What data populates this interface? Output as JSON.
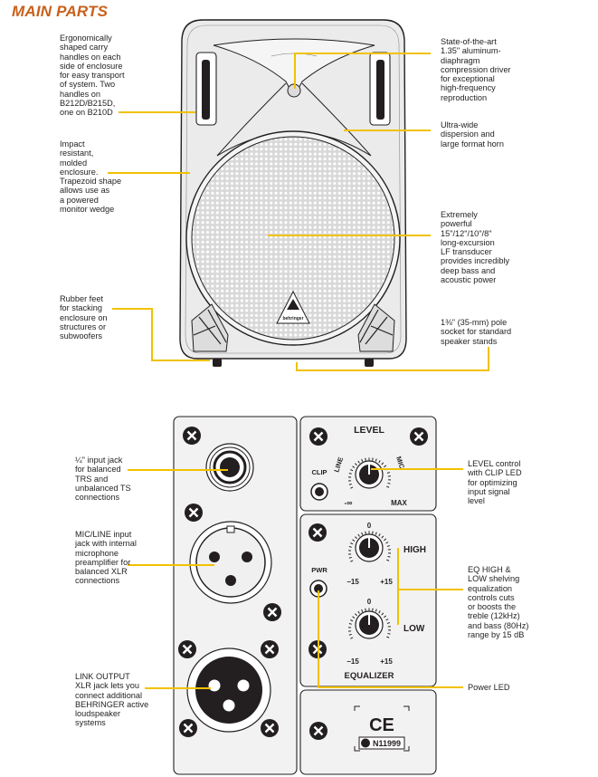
{
  "title": "MAIN PARTS",
  "colors": {
    "title": "#c8601b",
    "callout_line": "#f2c100",
    "panel_bg": "#f2f2f2",
    "outline": "#231f20"
  },
  "callouts": {
    "carry_handles": "Ergonomically\nshaped carry\nhandles on each\nside of enclosure\nfor easy transport\nof system. Two\nhandles on\nB212D/B215D,\none on B210D",
    "enclosure": "Impact\nresistant,\nmolded\nenclosure.\nTrapezoid shape\nallows use as\na powered\nmonitor wedge",
    "rubber_feet": "Rubber feet\nfor stacking\nenclosure on\nstructures or\nsubwoofers",
    "compression_driver": "State-of-the-art\n1.35\" aluminum-\ndiaphragm\ncompression driver\nfor exceptional\nhigh-frequency\nreproduction",
    "horn": "Ultra-wide\ndispersion and\nlarge format horn",
    "lf_transducer": "Extremely\npowerful\n15\"/12\"/10\"/8\"\nlong-excursion\nLF transducer\nprovides incredibly\ndeep bass and\nacoustic power",
    "pole_socket": "1⅜\" (35-mm) pole\nsocket for standard\nspeaker stands",
    "input_jack": "¼\" input jack\nfor balanced\nTRS and\nunbalanced TS\nconnections",
    "mic_line_input": "MIC/LINE input\njack with internal\nmicrophone\npreamplifier for\nbalanced XLR\nconnections",
    "link_output": "LINK OUTPUT\nXLR jack lets you\nconnect additional\nBEHRINGER active\nloudspeaker\nsystems",
    "level_control": "LEVEL control\nwith CLIP LED\nfor optimizing\ninput signal\nlevel",
    "eq": "EQ HIGH &\nLOW shelving\nequalization\ncontrols cuts\nor boosts the\ntreble (12kHz)\nand bass (80Hz)\nrange by 15 dB",
    "power_led": "Power LED"
  },
  "panel": {
    "level": "LEVEL",
    "line": "LINE",
    "mic": "MIC",
    "clip": "CLIP",
    "minus_inf": "-∞",
    "max": "MAX",
    "pwr": "PWR",
    "high": "HIGH",
    "low": "LOW",
    "zero": "0",
    "minus15": "−15",
    "plus15": "+15",
    "equalizer": "EQUALIZER",
    "ce": "CE",
    "cert": "N11999",
    "brand": "behringer"
  }
}
